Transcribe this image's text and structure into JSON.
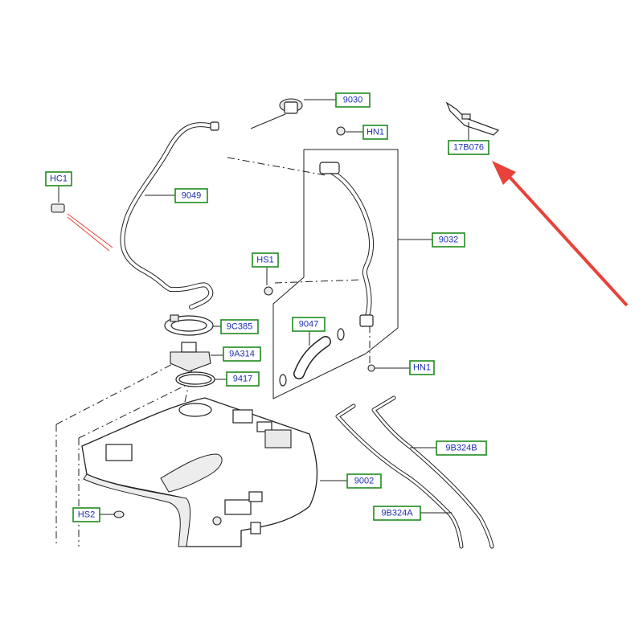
{
  "diagram": {
    "callouts": {
      "part_9030": "9030",
      "hn1_top": "HN1",
      "part_17b076": "17B076",
      "hc1": "HC1",
      "part_9049": "9049",
      "part_9032": "9032",
      "hs1": "HS1",
      "part_9047": "9047",
      "part_9c385": "9C385",
      "part_9a314": "9A314",
      "part_9417": "9417",
      "hn1_bottom": "HN1",
      "part_9b324b": "9B324B",
      "part_9002": "9002",
      "hs2": "HS2",
      "part_9b324a": "9B324A"
    },
    "colors": {
      "callout_border": "#1f8a1f",
      "callout_text": "#1c2fb0",
      "line_art": "#222222",
      "highlight_arrow": "#e8423a"
    }
  }
}
